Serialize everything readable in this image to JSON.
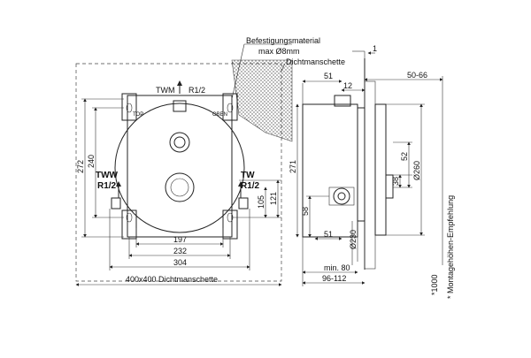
{
  "labels": {
    "mounting_material": "Befestigungsmaterial",
    "max_diameter": "max Ø8mm",
    "seal_collar": "Dichtmanschette",
    "seal_collar_400": "400x400 Dichtmanschette",
    "twm": "TWM",
    "r12_top": "R1/2",
    "tww": "TWW",
    "r12_left": "R1/2",
    "tw": "TW",
    "r12_right": "R1/2",
    "top_left_mark": "TOP",
    "top_right_mark": "OBEN",
    "mounting_height_note": "* Montagehöhen-Empfehlung",
    "mounting_height_value": "*1000"
  },
  "dims": {
    "d197": "197",
    "d232": "232",
    "d304": "304",
    "d272": "272",
    "d240": "240",
    "d121": "121",
    "d105": "105",
    "d1": "1",
    "d51_top": "51",
    "d12": "12",
    "d50_66": "50-66",
    "d271": "271",
    "d52": "52",
    "d38": "38",
    "d260": "Ø260",
    "d58": "58",
    "d51_bottom": "51",
    "d230": "Ø230",
    "min80": "min. 80",
    "d96_112": "96-112"
  }
}
